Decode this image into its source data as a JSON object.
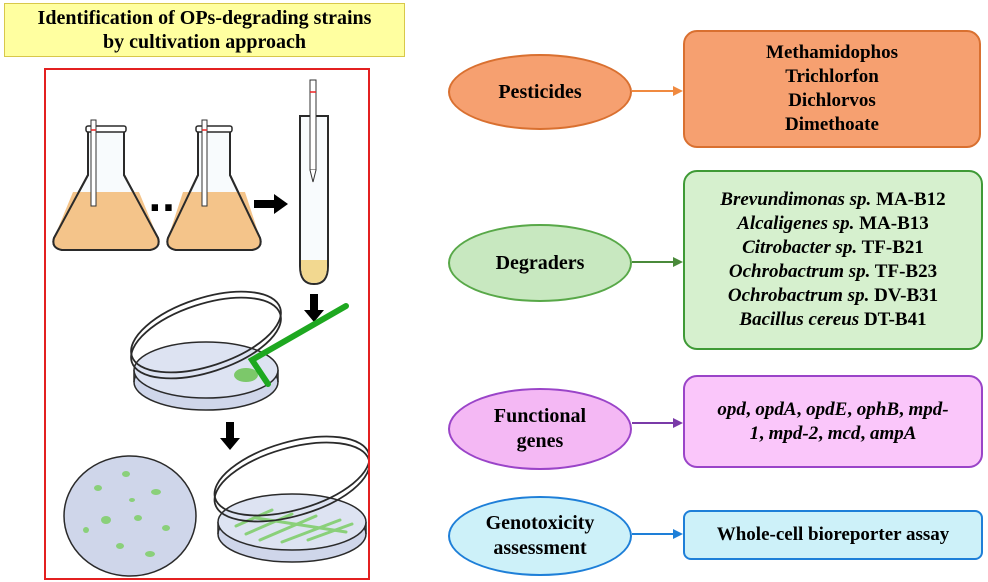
{
  "title": {
    "line1": "Identification of OPs-degrading strains",
    "line2": "by cultivation approach"
  },
  "illustration": {
    "dots": "····"
  },
  "colors": {
    "pesticides": "#f6a070",
    "degraders": "#c8e8c0",
    "genes": "#f4b8f4",
    "genotoxicity": "#cdf1f9",
    "frame": "#e32020"
  },
  "categories": {
    "pesticides": {
      "label": "Pesticides",
      "items": [
        "Methamidophos",
        "Trichlorfon",
        "Dichlorvos",
        "Dimethoate"
      ]
    },
    "degraders": {
      "label": "Degraders",
      "items": [
        {
          "species": "Brevundimonas sp.",
          "strain": "MA-B12"
        },
        {
          "species": "Alcaligenes sp.",
          "strain": "MA-B13"
        },
        {
          "species": "Citrobacter sp.",
          "strain": "TF-B21"
        },
        {
          "species": "Ochrobactrum sp.",
          "strain": "TF-B23"
        },
        {
          "species": "Ochrobactrum sp.",
          "strain": "DV-B31"
        },
        {
          "species": "Bacillus cereus",
          "strain": "DT-B41"
        }
      ]
    },
    "genes": {
      "label_line1": "Functional",
      "label_line2": "genes",
      "items": [
        "opd",
        "opdA",
        "opdE",
        "ophB",
        "mpd-",
        "1",
        "mpd-2",
        "mcd",
        "ampA"
      ]
    },
    "genotoxicity": {
      "label_line1": "Genotoxicity",
      "label_line2": "assessment",
      "assay": "Whole-cell bioreporter assay"
    }
  }
}
